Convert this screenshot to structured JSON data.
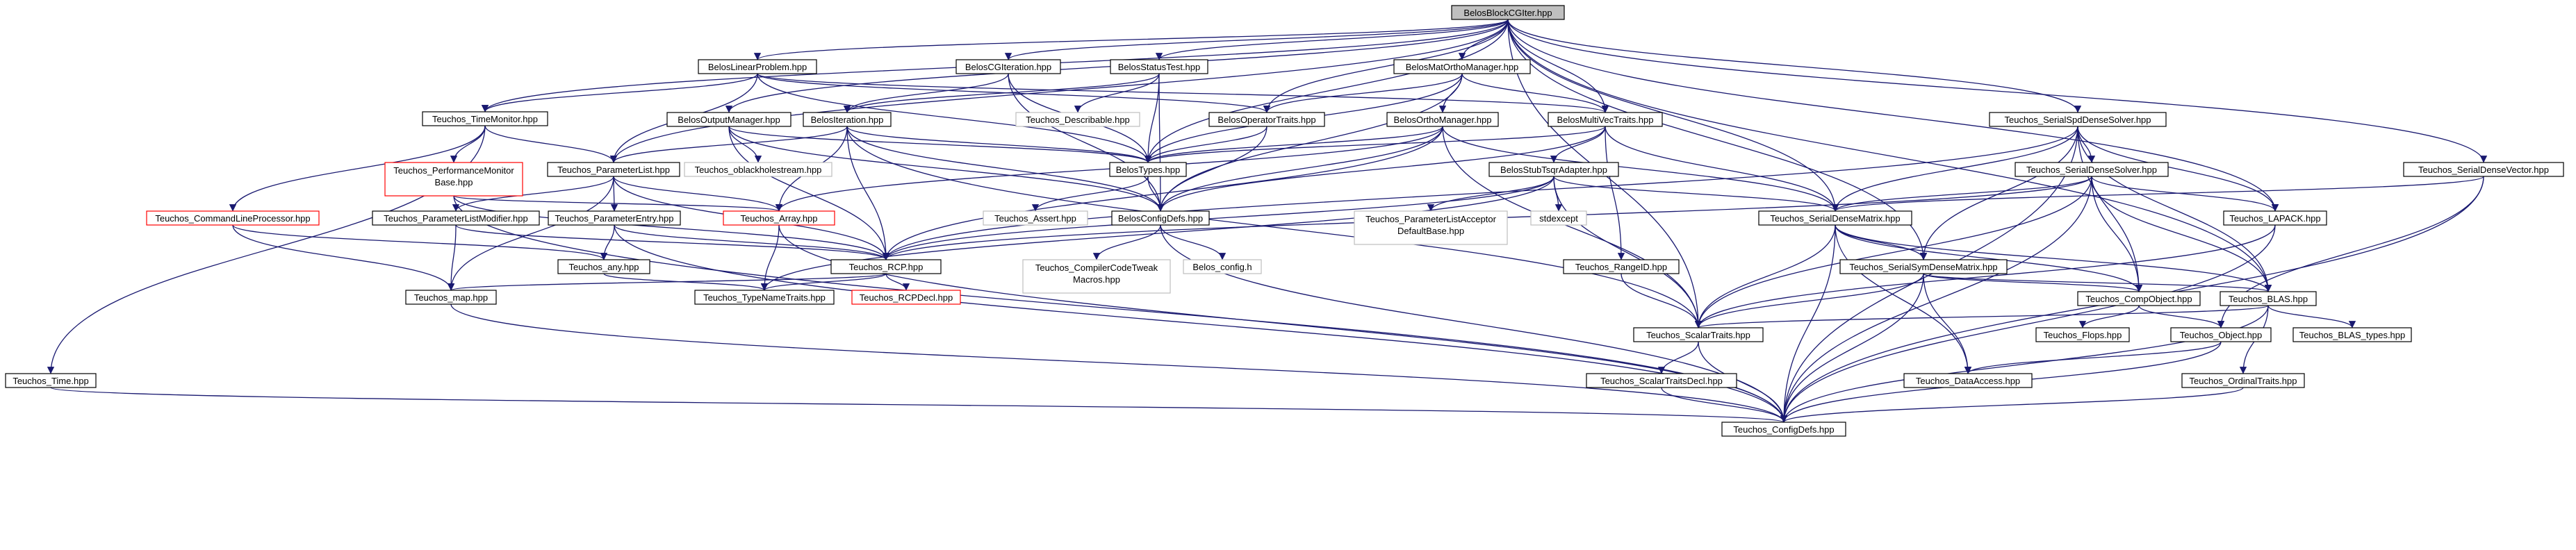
{
  "colors": {
    "edge": "#191970",
    "normal_border": "#000000",
    "normal_fill": "#ffffff",
    "root_fill": "#bfbfbf",
    "missing_border": "#bfbfbf",
    "missing_text": "#808080",
    "truncated_border": "#ff0000"
  },
  "nodes": [
    {
      "id": "BelosBlockCGIter",
      "label": "BelosBlockCGIter.hpp",
      "kind": "root"
    },
    {
      "id": "BelosLinearProblem",
      "label": "BelosLinearProblem.hpp",
      "kind": "normal"
    },
    {
      "id": "BelosCGIteration",
      "label": "BelosCGIteration.hpp",
      "kind": "normal"
    },
    {
      "id": "BelosStatusTest",
      "label": "BelosStatusTest.hpp",
      "kind": "normal"
    },
    {
      "id": "BelosMatOrthoManager",
      "label": "BelosMatOrthoManager.hpp",
      "kind": "normal"
    },
    {
      "id": "TeuchosTimeMonitor",
      "label": "Teuchos_TimeMonitor.hpp",
      "kind": "normal"
    },
    {
      "id": "BelosOutputManager",
      "label": "BelosOutputManager.hpp",
      "kind": "normal"
    },
    {
      "id": "BelosIteration",
      "label": "BelosIteration.hpp",
      "kind": "normal"
    },
    {
      "id": "TeuchosDescribable",
      "label": "Teuchos_Describable.hpp",
      "kind": "missing"
    },
    {
      "id": "BelosOperatorTraits",
      "label": "BelosOperatorTraits.hpp",
      "kind": "normal"
    },
    {
      "id": "BelosOrthoManager",
      "label": "BelosOrthoManager.hpp",
      "kind": "normal"
    },
    {
      "id": "BelosMultiVecTraits",
      "label": "BelosMultiVecTraits.hpp",
      "kind": "normal"
    },
    {
      "id": "TeuchosSerialSpdDenseSolver",
      "label": "Teuchos_SerialSpdDenseSolver.hpp",
      "kind": "normal"
    },
    {
      "id": "TeuchosPerformanceMonitorBase",
      "label": "Teuchos_PerformanceMonitorBase.hpp",
      "kind": "truncated",
      "lines": [
        "Teuchos_PerformanceMonitor",
        "Base.hpp"
      ]
    },
    {
      "id": "TeuchosParameterList",
      "label": "Teuchos_ParameterList.hpp",
      "kind": "normal"
    },
    {
      "id": "TeuchosOblackholestream",
      "label": "Teuchos_oblackholestream.hpp",
      "kind": "missing"
    },
    {
      "id": "BelosTypes",
      "label": "BelosTypes.hpp",
      "kind": "normal"
    },
    {
      "id": "BelosStubTsqrAdapter",
      "label": "BelosStubTsqrAdapter.hpp",
      "kind": "normal"
    },
    {
      "id": "TeuchosSerialDenseSolver",
      "label": "Teuchos_SerialDenseSolver.hpp",
      "kind": "normal"
    },
    {
      "id": "TeuchosSerialDenseVector",
      "label": "Teuchos_SerialDenseVector.hpp",
      "kind": "normal"
    },
    {
      "id": "TeuchosCommandLineProcessor",
      "label": "Teuchos_CommandLineProcessor.hpp",
      "kind": "truncated"
    },
    {
      "id": "TeuchosParameterListModifier",
      "label": "Teuchos_ParameterListModifier.hpp",
      "kind": "normal"
    },
    {
      "id": "TeuchosParameterEntry",
      "label": "Teuchos_ParameterEntry.hpp",
      "kind": "normal"
    },
    {
      "id": "TeuchosArray",
      "label": "Teuchos_Array.hpp",
      "kind": "truncated"
    },
    {
      "id": "TeuchosAssert",
      "label": "Teuchos_Assert.hpp",
      "kind": "missing"
    },
    {
      "id": "BelosConfigDefs",
      "label": "BelosConfigDefs.hpp",
      "kind": "normal"
    },
    {
      "id": "TeuchosParameterListAcceptorDefaultBase",
      "label": "Teuchos_ParameterListAcceptorDefaultBase.hpp",
      "kind": "missing",
      "lines": [
        "Teuchos_ParameterListAcceptor",
        "DefaultBase.hpp"
      ]
    },
    {
      "id": "stdexcept",
      "label": "stdexcept",
      "kind": "missing"
    },
    {
      "id": "TeuchosSerialDenseMatrix",
      "label": "Teuchos_SerialDenseMatrix.hpp",
      "kind": "normal"
    },
    {
      "id": "TeuchosLAPACK",
      "label": "Teuchos_LAPACK.hpp",
      "kind": "normal"
    },
    {
      "id": "TeuchosAny",
      "label": "Teuchos_any.hpp",
      "kind": "normal"
    },
    {
      "id": "TeuchosCompilerCodeTweakMacros",
      "label": "Teuchos_CompilerCodeTweakMacros.hpp",
      "kind": "missing",
      "lines": [
        "Teuchos_CompilerCodeTweak",
        "Macros.hpp"
      ]
    },
    {
      "id": "BelosConfigH",
      "label": "Belos_config.h",
      "kind": "missing"
    },
    {
      "id": "TeuchosRangeID",
      "label": "Teuchos_RangeID.hpp",
      "kind": "normal"
    },
    {
      "id": "TeuchosSerialSymDenseMatrix",
      "label": "Teuchos_SerialSymDenseMatrix.hpp",
      "kind": "normal"
    },
    {
      "id": "TeuchosRCP",
      "label": "Teuchos_RCP.hpp",
      "kind": "normal"
    },
    {
      "id": "TeuchosMap",
      "label": "Teuchos_map.hpp",
      "kind": "normal"
    },
    {
      "id": "TeuchosTypeNameTraits",
      "label": "Teuchos_TypeNameTraits.hpp",
      "kind": "normal"
    },
    {
      "id": "TeuchosRCPDecl",
      "label": "Teuchos_RCPDecl.hpp",
      "kind": "truncated"
    },
    {
      "id": "TeuchosCompObject",
      "label": "Teuchos_CompObject.hpp",
      "kind": "normal"
    },
    {
      "id": "TeuchosBLAS",
      "label": "Teuchos_BLAS.hpp",
      "kind": "normal"
    },
    {
      "id": "TeuchosFlops",
      "label": "Teuchos_Flops.hpp",
      "kind": "normal"
    },
    {
      "id": "TeuchosScalarTraits",
      "label": "Teuchos_ScalarTraits.hpp",
      "kind": "normal"
    },
    {
      "id": "TeuchosObject",
      "label": "Teuchos_Object.hpp",
      "kind": "normal"
    },
    {
      "id": "TeuchosBLASTypes",
      "label": "Teuchos_BLAS_types.hpp",
      "kind": "normal"
    },
    {
      "id": "TeuchosTime",
      "label": "Teuchos_Time.hpp",
      "kind": "normal"
    },
    {
      "id": "TeuchosScalarTraitsDecl",
      "label": "Teuchos_ScalarTraitsDecl.hpp",
      "kind": "normal"
    },
    {
      "id": "TeuchosDataAccess",
      "label": "Teuchos_DataAccess.hpp",
      "kind": "normal"
    },
    {
      "id": "TeuchosOrdinalTraits",
      "label": "Teuchos_OrdinalTraits.hpp",
      "kind": "normal"
    },
    {
      "id": "TeuchosConfigDefs",
      "label": "Teuchos_ConfigDefs.hpp",
      "kind": "normal"
    }
  ],
  "edges": [
    [
      "BelosBlockCGIter",
      "BelosLinearProblem"
    ],
    [
      "BelosBlockCGIter",
      "BelosCGIteration"
    ],
    [
      "BelosBlockCGIter",
      "BelosStatusTest"
    ],
    [
      "BelosBlockCGIter",
      "BelosMatOrthoManager"
    ],
    [
      "BelosBlockCGIter",
      "TeuchosTimeMonitor"
    ],
    [
      "BelosBlockCGIter",
      "BelosOutputManager"
    ],
    [
      "BelosBlockCGIter",
      "BelosOperatorTraits"
    ],
    [
      "BelosBlockCGIter",
      "BelosMultiVecTraits"
    ],
    [
      "BelosBlockCGIter",
      "TeuchosSerialSpdDenseSolver"
    ],
    [
      "BelosBlockCGIter",
      "TeuchosParameterList"
    ],
    [
      "BelosBlockCGIter",
      "BelosTypes"
    ],
    [
      "BelosBlockCGIter",
      "TeuchosSerialDenseVector"
    ],
    [
      "BelosBlockCGIter",
      "TeuchosSerialDenseMatrix"
    ],
    [
      "BelosBlockCGIter",
      "TeuchosLAPACK"
    ],
    [
      "BelosBlockCGIter",
      "TeuchosSerialSymDenseMatrix"
    ],
    [
      "BelosBlockCGIter",
      "TeuchosBLAS"
    ],
    [
      "BelosBlockCGIter",
      "TeuchosScalarTraits"
    ],
    [
      "BelosLinearProblem",
      "TeuchosTimeMonitor"
    ],
    [
      "BelosLinearProblem",
      "TeuchosParameterList"
    ],
    [
      "BelosLinearProblem",
      "BelosMultiVecTraits"
    ],
    [
      "BelosLinearProblem",
      "BelosOperatorTraits"
    ],
    [
      "BelosLinearProblem",
      "BelosTypes"
    ],
    [
      "BelosCGIteration",
      "BelosIteration"
    ],
    [
      "BelosCGIteration",
      "BelosTypes"
    ],
    [
      "BelosCGIteration",
      "BelosConfigDefs"
    ],
    [
      "BelosStatusTest",
      "BelosIteration"
    ],
    [
      "BelosStatusTest",
      "TeuchosDescribable"
    ],
    [
      "BelosStatusTest",
      "BelosTypes"
    ],
    [
      "BelosStatusTest",
      "BelosConfigDefs"
    ],
    [
      "BelosMatOrthoManager",
      "BelosOperatorTraits"
    ],
    [
      "BelosMatOrthoManager",
      "BelosOrthoManager"
    ],
    [
      "BelosMatOrthoManager",
      "BelosMultiVecTraits"
    ],
    [
      "BelosMatOrthoManager",
      "BelosTypes"
    ],
    [
      "BelosMatOrthoManager",
      "BelosConfigDefs"
    ],
    [
      "TeuchosTimeMonitor",
      "TeuchosPerformanceMonitorBase"
    ],
    [
      "TeuchosTimeMonitor",
      "TeuchosParameterList"
    ],
    [
      "TeuchosTimeMonitor",
      "TeuchosCommandLineProcessor"
    ],
    [
      "TeuchosTimeMonitor",
      "TeuchosTime"
    ],
    [
      "BelosOutputManager",
      "BelosTypes"
    ],
    [
      "BelosOutputManager",
      "TeuchosOblackholestream"
    ],
    [
      "BelosOutputManager",
      "TeuchosRCP"
    ],
    [
      "BelosOutputManager",
      "BelosConfigDefs"
    ],
    [
      "BelosIteration",
      "TeuchosParameterList"
    ],
    [
      "BelosIteration",
      "TeuchosArray"
    ],
    [
      "BelosIteration",
      "TeuchosRCP"
    ],
    [
      "BelosIteration",
      "BelosTypes"
    ],
    [
      "BelosIteration",
      "BelosConfigDefs"
    ],
    [
      "BelosIteration",
      "TeuchosScalarTraits"
    ],
    [
      "BelosOperatorTraits",
      "BelosTypes"
    ],
    [
      "BelosOperatorTraits",
      "BelosConfigDefs"
    ],
    [
      "BelosOrthoManager",
      "BelosTypes"
    ],
    [
      "BelosOrthoManager",
      "TeuchosArray"
    ],
    [
      "BelosOrthoManager",
      "TeuchosSerialDenseMatrix"
    ],
    [
      "BelosOrthoManager",
      "TeuchosRCP"
    ],
    [
      "BelosOrthoManager",
      "BelosConfigDefs"
    ],
    [
      "BelosOrthoManager",
      "TeuchosScalarTraits"
    ],
    [
      "BelosMultiVecTraits",
      "BelosTypes"
    ],
    [
      "BelosMultiVecTraits",
      "BelosStubTsqrAdapter"
    ],
    [
      "BelosMultiVecTraits",
      "TeuchosSerialDenseMatrix"
    ],
    [
      "BelosMultiVecTraits",
      "TeuchosRangeID"
    ],
    [
      "BelosMultiVecTraits",
      "BelosConfigDefs"
    ],
    [
      "TeuchosSerialSpdDenseSolver",
      "TeuchosSerialDenseSolver"
    ],
    [
      "TeuchosSerialSpdDenseSolver",
      "TeuchosSerialDenseMatrix"
    ],
    [
      "TeuchosSerialSpdDenseSolver",
      "TeuchosSerialSymDenseMatrix"
    ],
    [
      "TeuchosSerialSpdDenseSolver",
      "TeuchosLAPACK"
    ],
    [
      "TeuchosSerialSpdDenseSolver",
      "TeuchosCompObject"
    ],
    [
      "TeuchosSerialSpdDenseSolver",
      "TeuchosBLAS"
    ],
    [
      "TeuchosSerialSpdDenseSolver",
      "TeuchosRCP"
    ],
    [
      "TeuchosSerialSpdDenseSolver",
      "TeuchosConfigDefs"
    ],
    [
      "TeuchosPerformanceMonitorBase",
      "TeuchosArray"
    ],
    [
      "TeuchosPerformanceMonitorBase",
      "TeuchosRCP"
    ],
    [
      "TeuchosPerformanceMonitorBase",
      "TeuchosConfigDefs"
    ],
    [
      "TeuchosParameterList",
      "TeuchosParameterListModifier"
    ],
    [
      "TeuchosParameterList",
      "TeuchosParameterEntry"
    ],
    [
      "TeuchosParameterList",
      "TeuchosArray"
    ],
    [
      "TeuchosParameterList",
      "TeuchosMap"
    ],
    [
      "TeuchosParameterList",
      "TeuchosRCP"
    ],
    [
      "BelosTypes",
      "TeuchosAssert"
    ],
    [
      "BelosTypes",
      "BelosConfigDefs"
    ],
    [
      "BelosStubTsqrAdapter",
      "TeuchosParameterListAcceptorDefaultBase"
    ],
    [
      "BelosStubTsqrAdapter",
      "stdexcept"
    ],
    [
      "BelosStubTsqrAdapter",
      "TeuchosSerialDenseMatrix"
    ],
    [
      "BelosStubTsqrAdapter",
      "TeuchosRCP"
    ],
    [
      "BelosStubTsqrAdapter",
      "TeuchosScalarTraits"
    ],
    [
      "BelosStubTsqrAdapter",
      "TeuchosTypeNameTraits"
    ],
    [
      "TeuchosSerialDenseSolver",
      "TeuchosSerialDenseMatrix"
    ],
    [
      "TeuchosSerialDenseSolver",
      "TeuchosLAPACK"
    ],
    [
      "TeuchosSerialDenseSolver",
      "TeuchosCompObject"
    ],
    [
      "TeuchosSerialDenseSolver",
      "TeuchosBLAS"
    ],
    [
      "TeuchosSerialDenseSolver",
      "TeuchosRCP"
    ],
    [
      "TeuchosSerialDenseSolver",
      "TeuchosScalarTraits"
    ],
    [
      "TeuchosSerialDenseSolver",
      "TeuchosConfigDefs"
    ],
    [
      "TeuchosSerialDenseVector",
      "TeuchosSerialDenseMatrix"
    ],
    [
      "TeuchosSerialDenseVector",
      "TeuchosObject"
    ],
    [
      "TeuchosSerialDenseVector",
      "TeuchosConfigDefs"
    ],
    [
      "TeuchosCommandLineProcessor",
      "TeuchosAny"
    ],
    [
      "TeuchosCommandLineProcessor",
      "TeuchosMap"
    ],
    [
      "TeuchosParameterListModifier",
      "TeuchosMap"
    ],
    [
      "TeuchosParameterListModifier",
      "TeuchosRCP"
    ],
    [
      "TeuchosParameterEntry",
      "TeuchosAny"
    ],
    [
      "TeuchosParameterEntry",
      "TeuchosRCP"
    ],
    [
      "TeuchosParameterEntry",
      "TeuchosConfigDefs"
    ],
    [
      "TeuchosArray",
      "TeuchosTypeNameTraits"
    ],
    [
      "TeuchosArray",
      "TeuchosConfigDefs"
    ],
    [
      "BelosConfigDefs",
      "TeuchosCompilerCodeTweakMacros"
    ],
    [
      "BelosConfigDefs",
      "BelosConfigH"
    ],
    [
      "BelosConfigDefs",
      "TeuchosConfigDefs"
    ],
    [
      "TeuchosSerialDenseMatrix",
      "TeuchosSerialSymDenseMatrix"
    ],
    [
      "TeuchosSerialDenseMatrix",
      "TeuchosCompObject"
    ],
    [
      "TeuchosSerialDenseMatrix",
      "TeuchosBLAS"
    ],
    [
      "TeuchosSerialDenseMatrix",
      "TeuchosScalarTraits"
    ],
    [
      "TeuchosSerialDenseMatrix",
      "TeuchosDataAccess"
    ],
    [
      "TeuchosSerialDenseMatrix",
      "TeuchosConfigDefs"
    ],
    [
      "TeuchosLAPACK",
      "TeuchosScalarTraits"
    ],
    [
      "TeuchosLAPACK",
      "TeuchosConfigDefs"
    ],
    [
      "TeuchosAny",
      "TeuchosTypeNameTraits"
    ],
    [
      "TeuchosRangeID",
      "TeuchosScalarTraits"
    ],
    [
      "TeuchosSerialSymDenseMatrix",
      "TeuchosCompObject"
    ],
    [
      "TeuchosSerialSymDenseMatrix",
      "TeuchosBLAS"
    ],
    [
      "TeuchosSerialSymDenseMatrix",
      "TeuchosScalarTraits"
    ],
    [
      "TeuchosSerialSymDenseMatrix",
      "TeuchosDataAccess"
    ],
    [
      "TeuchosSerialSymDenseMatrix",
      "TeuchosConfigDefs"
    ],
    [
      "TeuchosRCP",
      "TeuchosMap"
    ],
    [
      "TeuchosRCP",
      "TeuchosTypeNameTraits"
    ],
    [
      "TeuchosRCP",
      "TeuchosRCPDecl"
    ],
    [
      "TeuchosMap",
      "TeuchosConfigDefs"
    ],
    [
      "TeuchosCompObject",
      "TeuchosFlops"
    ],
    [
      "TeuchosCompObject",
      "TeuchosObject"
    ],
    [
      "TeuchosBLAS",
      "TeuchosScalarTraits"
    ],
    [
      "TeuchosBLAS",
      "TeuchosBLASTypes"
    ],
    [
      "TeuchosBLAS",
      "TeuchosOrdinalTraits"
    ],
    [
      "TeuchosBLAS",
      "TeuchosConfigDefs"
    ],
    [
      "TeuchosScalarTraits",
      "TeuchosScalarTraitsDecl"
    ],
    [
      "TeuchosScalarTraits",
      "TeuchosConfigDefs"
    ],
    [
      "TeuchosObject",
      "TeuchosDataAccess"
    ],
    [
      "TeuchosObject",
      "TeuchosConfigDefs"
    ],
    [
      "TeuchosTime",
      "TeuchosConfigDefs"
    ],
    [
      "TeuchosScalarTraitsDecl",
      "TeuchosConfigDefs"
    ],
    [
      "TeuchosOrdinalTraits",
      "TeuchosConfigDefs"
    ]
  ]
}
